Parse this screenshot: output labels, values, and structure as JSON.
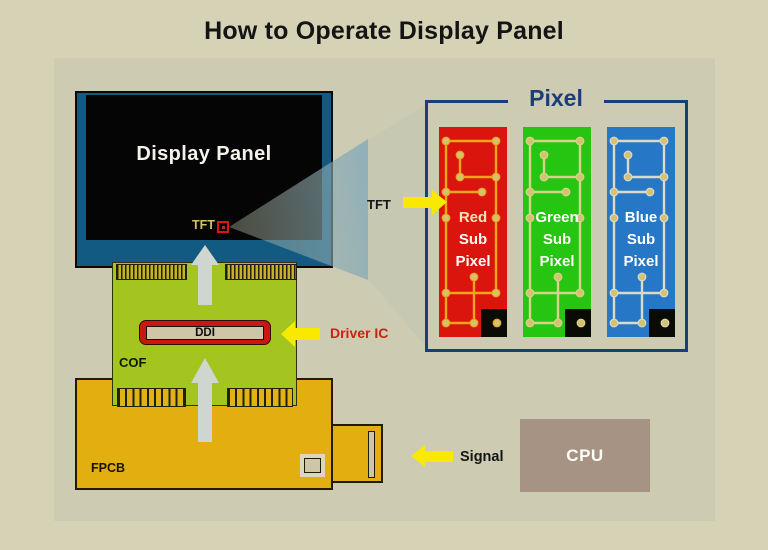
{
  "title": "How to Operate Display Panel",
  "display_panel": {
    "label": "Display Panel",
    "tft_label": "TFT"
  },
  "cof_board": {
    "label": "COF",
    "chip_label": "DDI"
  },
  "driver_ic": {
    "label": "Driver IC"
  },
  "fpcb_board": {
    "label": "FPCB"
  },
  "signal": {
    "label": "Signal"
  },
  "cpu": {
    "label": "CPU"
  },
  "pixel_box": {
    "title": "Pixel",
    "tft_label": "TFT",
    "subpixels": [
      {
        "id": "red-sub-pixel",
        "word": "Red",
        "line2": "Sub",
        "line3": "Pixel",
        "fill": "#da150d",
        "trace": "#efa41e",
        "word_color": "#f1e5b8"
      },
      {
        "id": "green-sub-pixel",
        "word": "Green",
        "line2": "Sub",
        "line3": "Pixel",
        "fill": "#25c511",
        "trace": "#d9d28a",
        "word_color": "#ffffff"
      },
      {
        "id": "blue-sub-pixel",
        "word": "Blue",
        "line2": "Sub",
        "line3": "Pixel",
        "fill": "#2677c5",
        "trace": "#dcd9c8",
        "word_color": "#ffffff"
      }
    ]
  },
  "colors": {
    "bg_outer": "#d6d2b6",
    "bg_inner": "#cdccb3",
    "panel_blue": "#135a82",
    "screen_black": "#050505",
    "board_green": "#a4c41f",
    "board_yellow": "#e2ae10",
    "ddi_red": "#cc1710",
    "chip_tan": "#cfc6a8",
    "gray_arrow": "#cfd5cf",
    "yellow_arrow": "#f9e900",
    "driver_red": "#cc2210",
    "cpu_fill": "#a79383",
    "pixel_blue": "#1c3e78",
    "tft_gold": "#d2c26e",
    "dot_khaki": "#d4c270"
  }
}
